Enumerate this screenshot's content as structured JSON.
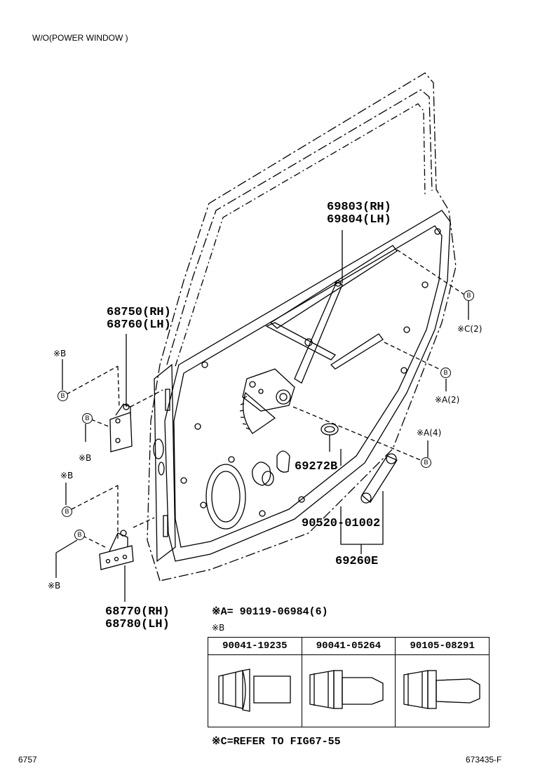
{
  "header": {
    "condition": "W/O(POWER WINDOW )"
  },
  "parts": {
    "regulator_rh": "69803(RH)",
    "regulator_lh": "69804(LH)",
    "upper_hinge_rh": "68750(RH)",
    "upper_hinge_lh": "68760(LH)",
    "lower_hinge_rh": "68770(RH)",
    "lower_hinge_lh": "68780(LH)",
    "grommet": "69272B",
    "handle_part": "90520-01002",
    "handle_assy": "69260E"
  },
  "callouts": {
    "b_ref": "※B",
    "c2": "※C(2)",
    "a2": "※A(2)",
    "a4": "※A(4)",
    "circle_b": "B"
  },
  "legend": {
    "a_note": "※A= 90119-06984(6)",
    "b_note": "※B",
    "c_note": "※C=REFER TO FIG67-55"
  },
  "bolt_table": {
    "headers": [
      "90041-19235",
      "90041-05264",
      "90105-08291"
    ]
  },
  "footer": {
    "left_code": "6757",
    "right_code": "673435-F"
  }
}
